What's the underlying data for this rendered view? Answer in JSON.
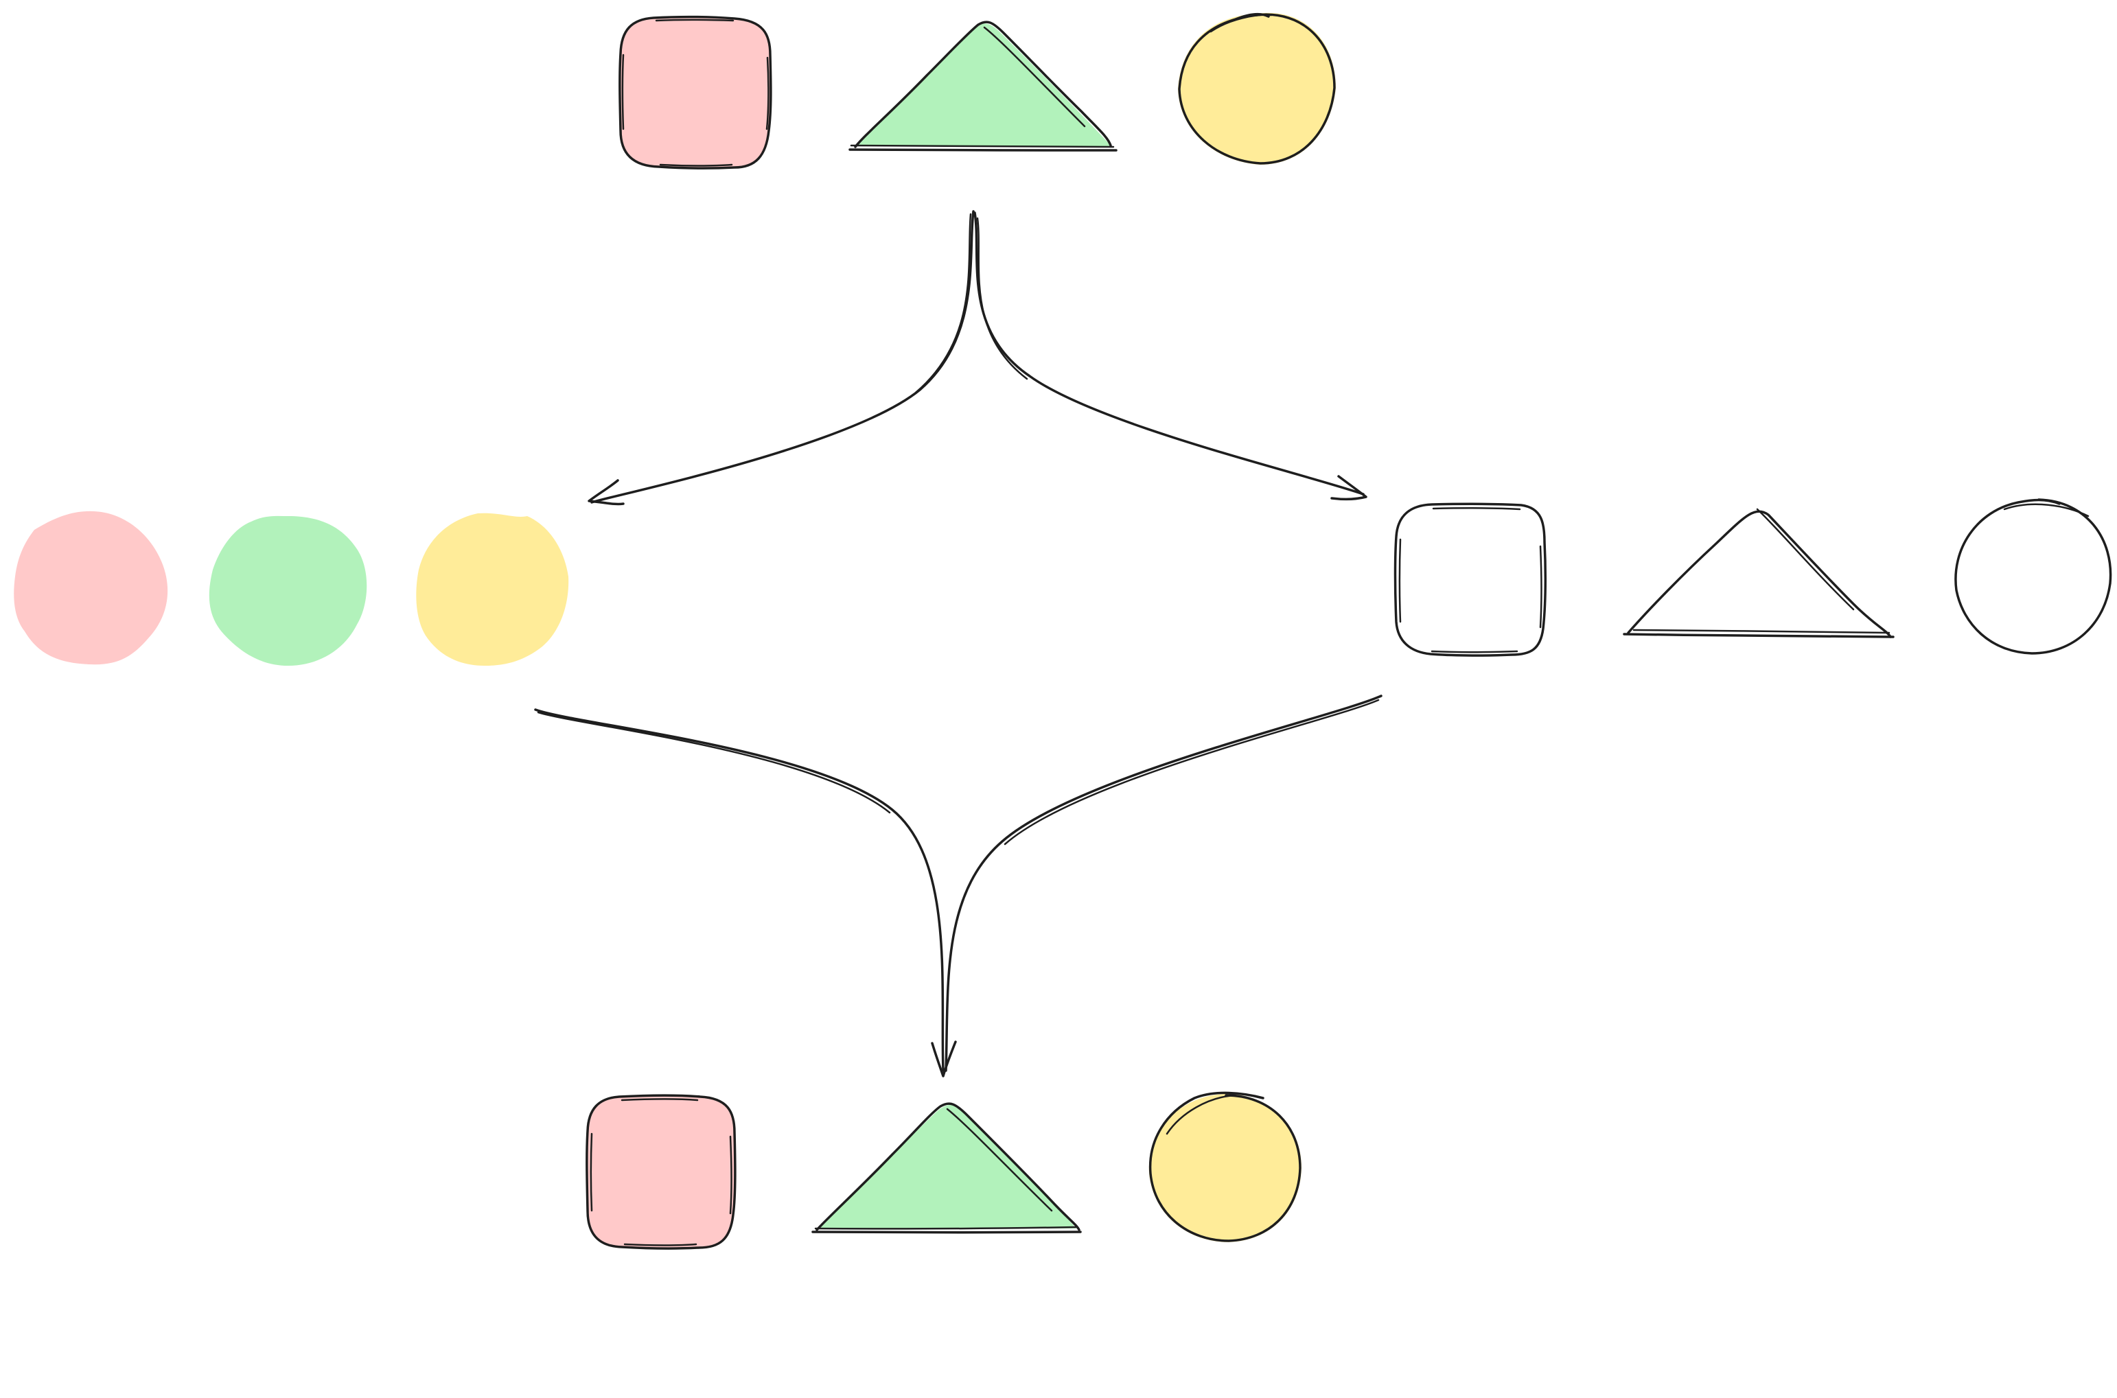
{
  "colors": {
    "background": "#ffffff",
    "stroke": "#1e1e1e",
    "red_fill": "#ffc9c9",
    "green_fill": "#b2f2bb",
    "yellow_fill": "#ffec99"
  },
  "diagram": {
    "description_text": "",
    "top_group": {
      "shapes": [
        {
          "kind": "square",
          "fill": "red",
          "outlined": true
        },
        {
          "kind": "triangle",
          "fill": "green",
          "outlined": true
        },
        {
          "kind": "circle",
          "fill": "yellow",
          "outlined": true
        }
      ]
    },
    "left_group": {
      "shapes": [
        {
          "kind": "blob",
          "fill": "red",
          "outlined": false
        },
        {
          "kind": "blob",
          "fill": "green",
          "outlined": false
        },
        {
          "kind": "blob",
          "fill": "yellow",
          "outlined": false
        }
      ]
    },
    "right_group": {
      "shapes": [
        {
          "kind": "square",
          "fill": "none",
          "outlined": true
        },
        {
          "kind": "triangle",
          "fill": "none",
          "outlined": true
        },
        {
          "kind": "circle",
          "fill": "none",
          "outlined": true
        }
      ]
    },
    "bottom_group": {
      "shapes": [
        {
          "kind": "square",
          "fill": "red",
          "outlined": true
        },
        {
          "kind": "triangle",
          "fill": "green",
          "outlined": true
        },
        {
          "kind": "circle",
          "fill": "yellow",
          "outlined": true
        }
      ]
    },
    "arrows": [
      {
        "from": "top_group",
        "to": "left_group"
      },
      {
        "from": "top_group",
        "to": "right_group"
      },
      {
        "from": "left_group",
        "to": "bottom_group"
      },
      {
        "from": "right_group",
        "to": "bottom_group"
      }
    ]
  }
}
